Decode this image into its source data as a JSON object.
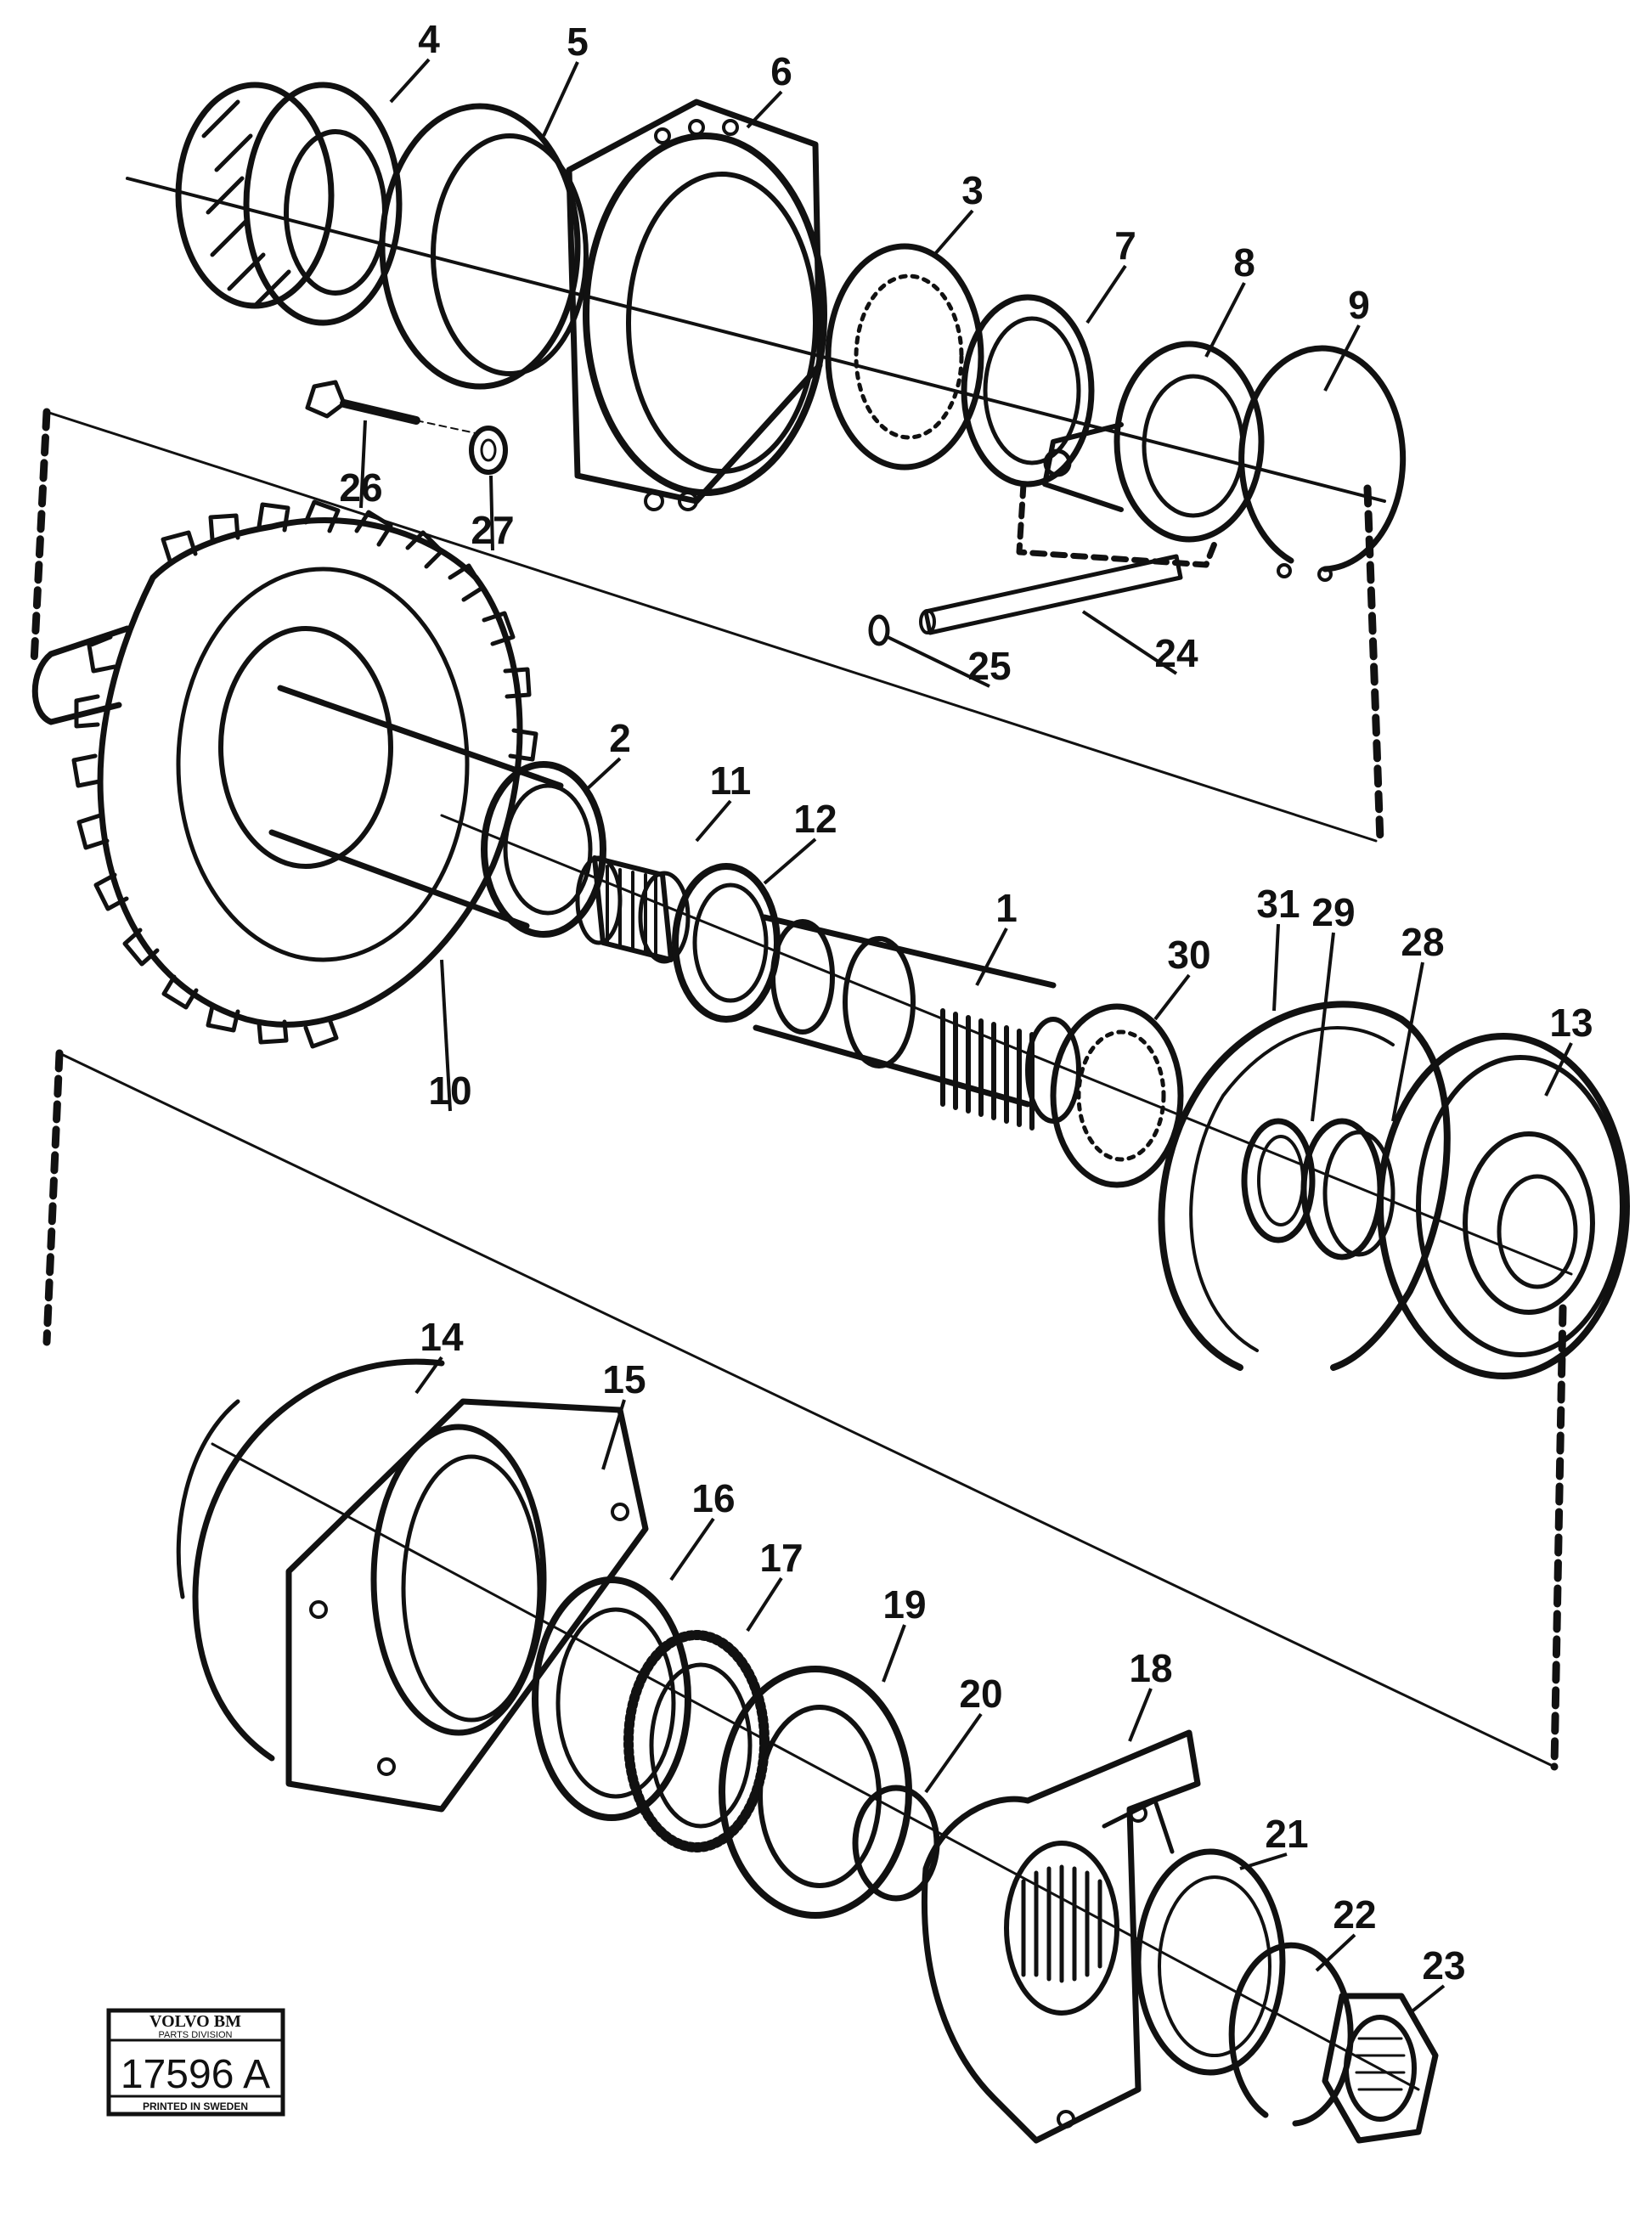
{
  "diagram": {
    "part_numbers": [
      "4",
      "5",
      "6",
      "3",
      "7",
      "8",
      "9",
      "26",
      "27",
      "24",
      "25",
      "2",
      "11",
      "12",
      "1",
      "10",
      "30",
      "31",
      "29",
      "28",
      "13",
      "14",
      "15",
      "16",
      "17",
      "19",
      "20",
      "18",
      "21",
      "22",
      "23"
    ],
    "stamp": {
      "brand": "VOLVO BM",
      "division": "PARTS DIVISION",
      "code": "17596 A",
      "printed": "PRINTED IN SWEDEN"
    },
    "colors": {
      "ink": "#111111",
      "paper": "#ffffff"
    }
  }
}
